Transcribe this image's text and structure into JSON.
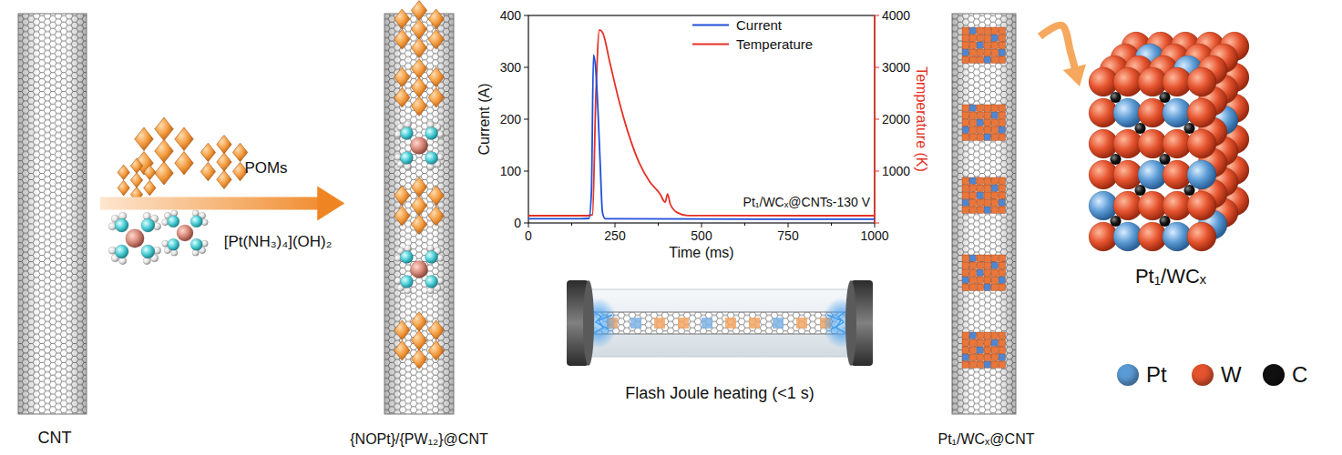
{
  "diagram": {
    "nodes": [
      {
        "text": [
          "CNT"
        ]
      },
      {
        "text": [
          "{NOPt}/{PW₁₂}@CNT"
        ]
      },
      {
        "text": [
          "Pt₁/WCₓ@CNT"
        ]
      },
      {
        "text": [
          "Pt₁/WCₓ"
        ]
      }
    ],
    "edges": [
      {
        "from": 0,
        "to": 1,
        "arrow": "to"
      },
      {
        "from": 2,
        "to": 3,
        "arrow": "to"
      }
    ],
    "labels": [
      "POMs",
      "[Pt(NH₃)₄](OH)₂",
      "400",
      "300",
      "200",
      "100",
      "0",
      "4000",
      "3000",
      "2000",
      "1000",
      "0",
      "250",
      "500",
      "750",
      "1000",
      "Current (A)",
      "Temperature (K)",
      "Time (ms)",
      "Pt₁/WCₓ@CNTs-130 V",
      "Flash Joule heating (<1 s)"
    ],
    "legend": [
      {
        "text": "Current"
      },
      {
        "text": "Temperature"
      },
      {
        "text": "Pt",
        "color": "#5b9bd5"
      },
      {
        "text": "W",
        "color": "#e5532e"
      },
      {
        "text": "C",
        "color": "#111111"
      }
    ]
  }
}
